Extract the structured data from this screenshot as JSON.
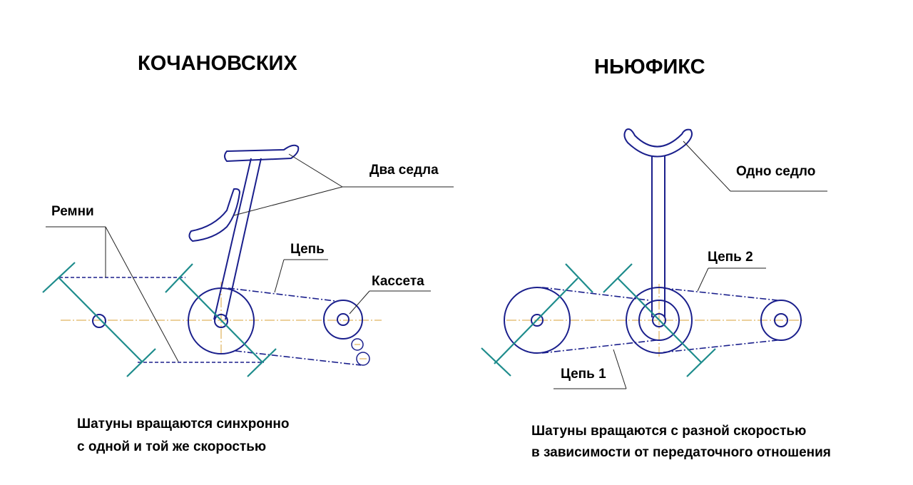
{
  "left": {
    "title": "КОЧАНОВСКИХ",
    "labels": {
      "saddles": "Два седла",
      "belts": "Ремни",
      "chain": "Цепь",
      "cassette": "Кассета"
    },
    "caption": {
      "line1": "Шатуны вращаются синхронно",
      "line2": "с одной и той же скоростью"
    }
  },
  "right": {
    "title": "НЬЮФИКС",
    "labels": {
      "saddle": "Одно седло",
      "chain2": "Цепь 2",
      "chain1": "Цепь 1"
    },
    "caption": {
      "line1": "Шатуны вращаются с разной скоростью",
      "line2": "в зависимости от передаточного отношения"
    }
  },
  "colors": {
    "outline": "#1a1f8c",
    "crank": "#1e8c8c",
    "axis": "#d9a23a",
    "text": "#000000"
  }
}
